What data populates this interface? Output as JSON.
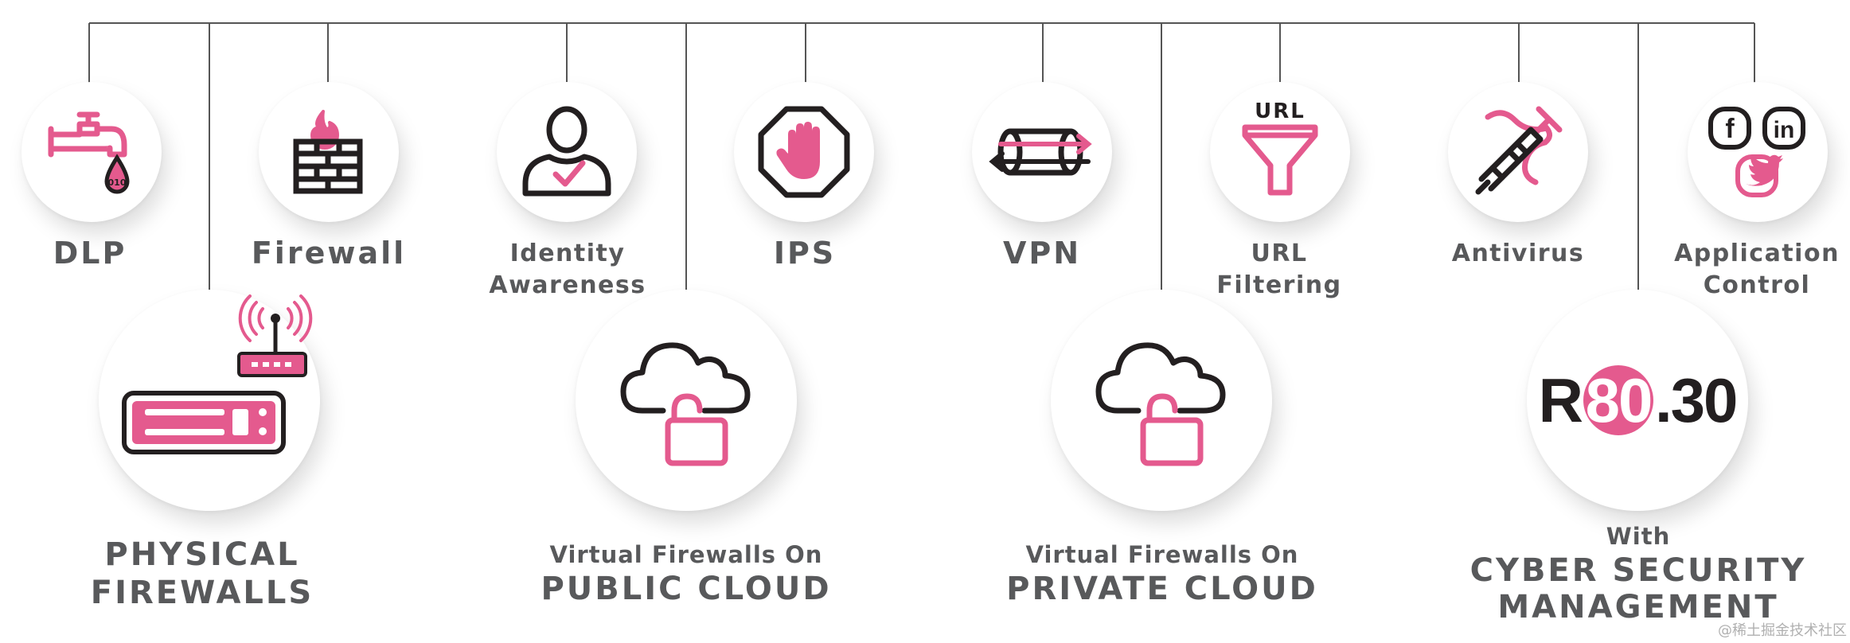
{
  "colors": {
    "accent": "#e45a8e",
    "dark": "#231f20",
    "label": "#58595b",
    "line": "#555555"
  },
  "features": [
    {
      "id": "dlp",
      "label": "DLP",
      "icon": "faucet-drop-icon",
      "drop_text": "010"
    },
    {
      "id": "firewall",
      "label": "Firewall",
      "icon": "brick-wall-flame-icon"
    },
    {
      "id": "identity",
      "label_line1": "Identity",
      "label_line2": "Awareness",
      "icon": "user-check-icon"
    },
    {
      "id": "ips",
      "label": "IPS",
      "icon": "stop-hand-octagon-icon"
    },
    {
      "id": "vpn",
      "label": "VPN",
      "icon": "tunnel-arrows-icon"
    },
    {
      "id": "url",
      "label_line1": "URL",
      "label_line2": "Filtering",
      "icon": "funnel-icon",
      "icon_text": "URL"
    },
    {
      "id": "antivirus",
      "label": "Antivirus",
      "icon": "syringe-icon"
    },
    {
      "id": "appcontrol",
      "label_line1": "Application",
      "label_line2": "Control",
      "icon": "social-apps-icon",
      "icon_text_f": "f",
      "icon_text_in": "in"
    }
  ],
  "platforms": [
    {
      "id": "physical",
      "title_line1": "PHYSICAL",
      "title_line2": "FIREWALLS",
      "icon": "appliance-router-icon"
    },
    {
      "id": "public",
      "subtitle": "Virtual Firewalls On",
      "title": "PUBLIC CLOUD",
      "icon": "cloud-lock-icon"
    },
    {
      "id": "private",
      "subtitle": "Virtual Firewalls On",
      "title": "PRIVATE CLOUD",
      "icon": "cloud-lock-icon"
    },
    {
      "id": "management",
      "logo_prefix": "R",
      "logo_circle": "80",
      "logo_suffix": ".30",
      "subtitle": "With",
      "title_line1": "CYBER SECURITY",
      "title_line2": "MANAGEMENT",
      "icon": "r80-logo"
    }
  ],
  "watermark": "@稀土掘金技术社区"
}
